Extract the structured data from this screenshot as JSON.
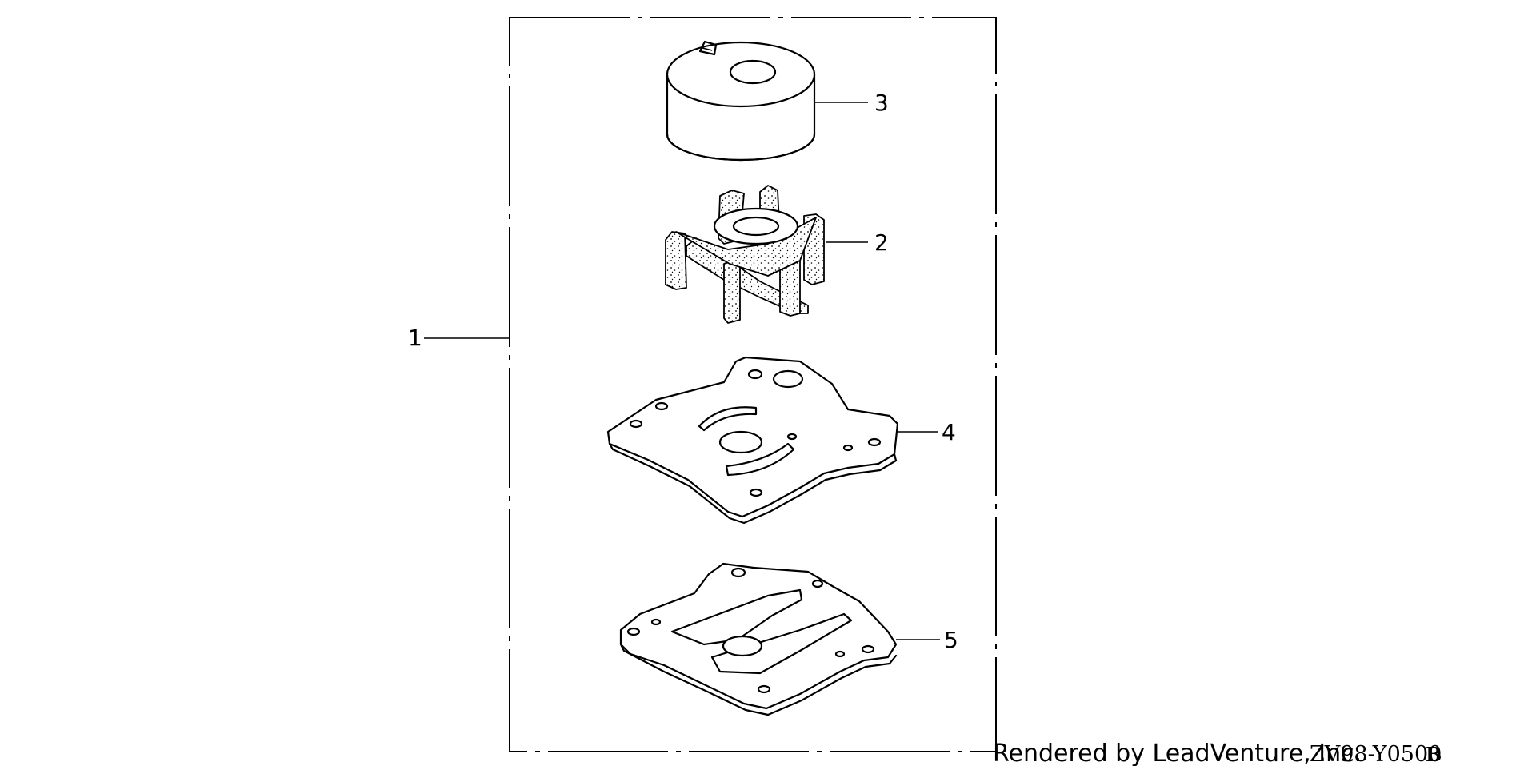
{
  "callouts": [
    {
      "number": "1",
      "part": "kit"
    },
    {
      "number": "2",
      "part": "impeller"
    },
    {
      "number": "3",
      "part": "impeller-housing"
    },
    {
      "number": "4",
      "part": "plate"
    },
    {
      "number": "5",
      "part": "gasket"
    }
  ],
  "footer": {
    "credit": "Rendered by LeadVenture, Inc.",
    "diagram_code": "ZV98-Y0500",
    "diagram_suffix": "B"
  }
}
